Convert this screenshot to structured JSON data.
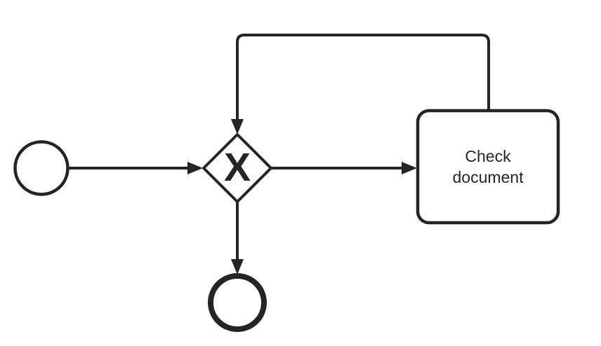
{
  "diagram": {
    "type": "bpmn-process-diagram",
    "background_color": "#ffffff",
    "stroke_color": "#23252b",
    "shape_fill_color": "#ffffff",
    "nodes": [
      {
        "id": "start-event",
        "type": "start-event",
        "shape": "thin-circle",
        "label": ""
      },
      {
        "id": "exclusive-gateway",
        "type": "exclusive-gateway",
        "shape": "diamond",
        "marker": "X"
      },
      {
        "id": "task-check-document",
        "type": "task",
        "shape": "rounded-rectangle",
        "label": "Check document"
      },
      {
        "id": "end-event",
        "type": "end-event",
        "shape": "thick-circle",
        "label": ""
      }
    ],
    "flows": [
      {
        "id": "flow-start-to-gateway",
        "from": "start-event",
        "to": "exclusive-gateway",
        "route": "straight-horizontal"
      },
      {
        "id": "flow-gateway-to-task",
        "from": "exclusive-gateway",
        "to": "task-check-document",
        "route": "straight-horizontal"
      },
      {
        "id": "flow-task-to-gateway",
        "from": "task-check-document",
        "to": "exclusive-gateway",
        "route": "loop-over-top"
      },
      {
        "id": "flow-gateway-to-end",
        "from": "exclusive-gateway",
        "to": "end-event",
        "route": "straight-vertical"
      }
    ]
  }
}
